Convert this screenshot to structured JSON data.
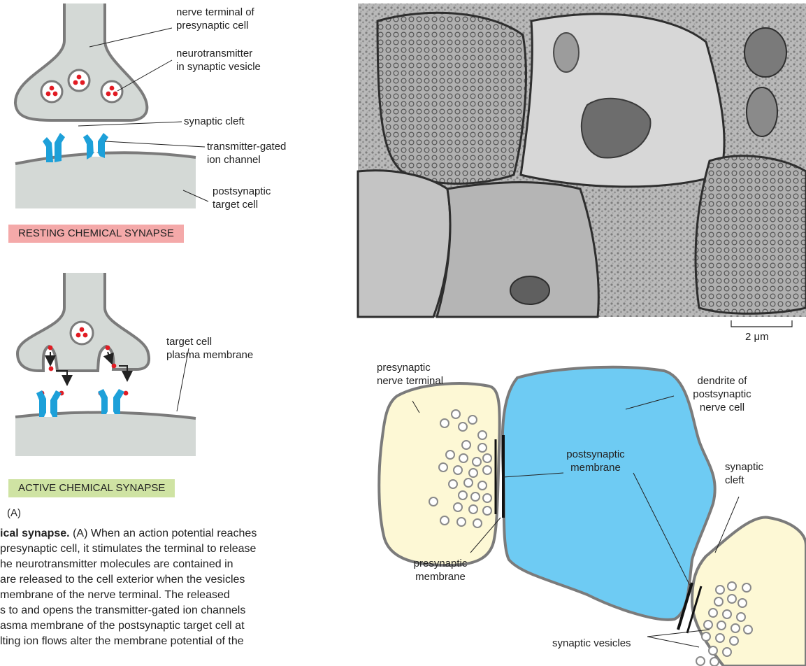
{
  "panel_a": {
    "labels": {
      "nerve_terminal": [
        "nerve terminal of",
        "presynaptic cell"
      ],
      "neurotransmitter": [
        "neurotransmitter",
        "in synaptic vesicle"
      ],
      "synaptic_cleft": "synaptic cleft",
      "transmitter_gated": [
        "transmitter-gated",
        "ion channel"
      ],
      "postsynaptic_target": [
        "postsynaptic",
        "target cell"
      ],
      "target_membrane": [
        "target cell",
        "plasma membrane"
      ]
    },
    "resting_banner": "RESTING CHEMICAL SYNAPSE",
    "active_banner": "ACTIVE CHEMICAL SYNAPSE",
    "panel_letter": "(A)"
  },
  "micrograph": {
    "scale_bar": "2 μm"
  },
  "panel_b": {
    "labels": {
      "presynaptic_terminal": [
        "presynaptic",
        "nerve terminal"
      ],
      "dendrite": [
        "dendrite of",
        "postsynaptic",
        "nerve cell"
      ],
      "postsynaptic_membrane": [
        "postsynaptic",
        "membrane"
      ],
      "synaptic_cleft": [
        "synaptic",
        "cleft"
      ],
      "presynaptic_membrane": [
        "presynaptic",
        "membrane"
      ],
      "synaptic_vesicles": "synaptic vesicles"
    }
  },
  "caption": {
    "lines": [
      {
        "bold": "ical synapse.",
        "text": " (A) When an action potential reaches"
      },
      {
        "bold": "",
        "text": " presynaptic cell, it stimulates the terminal to release"
      },
      {
        "bold": "",
        "text": "he neurotransmitter molecules are contained in"
      },
      {
        "bold": "",
        "text": "are released to the cell exterior when the vesicles"
      },
      {
        "bold": "",
        "text": "membrane of the nerve terminal. The released"
      },
      {
        "bold": "",
        "text": "s to and opens the transmitter-gated ion channels"
      },
      {
        "bold": "",
        "text": "asma membrane of the postsynaptic target cell at"
      },
      {
        "bold": "",
        "text": "lting ion flows alter the membrane potential of the"
      }
    ]
  },
  "colors": {
    "cell_gray": "#d4d9d6",
    "outline": "#7b7b7b",
    "channel_blue": "#1da0d9",
    "dot_red": "#e21b23",
    "resting_banner_bg": "#f4a9a9",
    "active_banner_bg": "#cfe3a3",
    "dendrite_blue": "#6ecbf3",
    "terminal_yellow": "#fdf8d5"
  }
}
